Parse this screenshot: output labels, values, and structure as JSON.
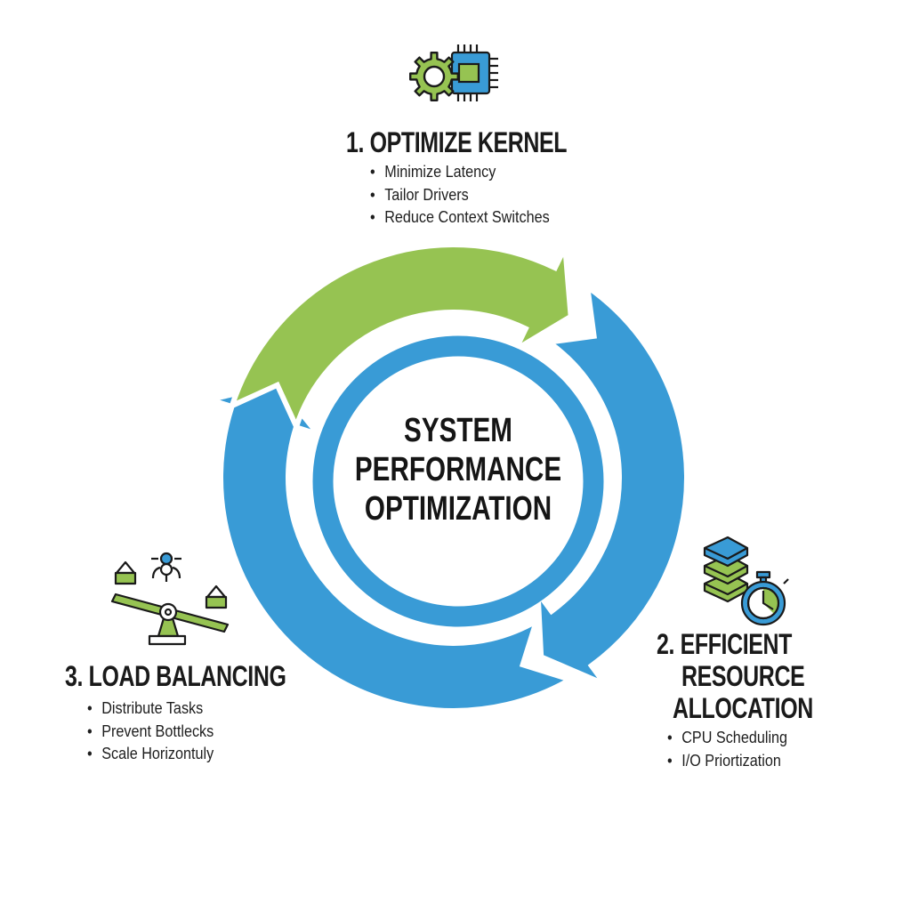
{
  "diagram": {
    "type": "cycle",
    "center": {
      "lines": [
        "SYSTEM",
        "PERFORMANCE",
        "OPTIMIZATION"
      ]
    },
    "colors": {
      "green": "#96C352",
      "blue": "#399BD6",
      "text": "#1a1a1a",
      "background": "#ffffff"
    },
    "steps": [
      {
        "title": "1. OPTIMIZE KERNEL",
        "icon": "gear-chip-icon",
        "arrow_color": "green",
        "bullets": [
          "Minimize Latency",
          "Tailor Drivers",
          "Reduce Context Switches"
        ]
      },
      {
        "title_lines": [
          "2. EFFICIENT",
          "RESOURCE",
          "ALLOCATION"
        ],
        "icon": "stack-stopwatch-icon",
        "arrow_color": "blue",
        "bullets": [
          "CPU Scheduling",
          "I/O Priortization"
        ]
      },
      {
        "title": "3. LOAD BALANCING",
        "icon": "balance-scale-icon",
        "arrow_color": "blue",
        "bullets": [
          "Distribute Tasks",
          "Prevent Bottlecks",
          "Scale Horizontuly"
        ]
      }
    ]
  }
}
